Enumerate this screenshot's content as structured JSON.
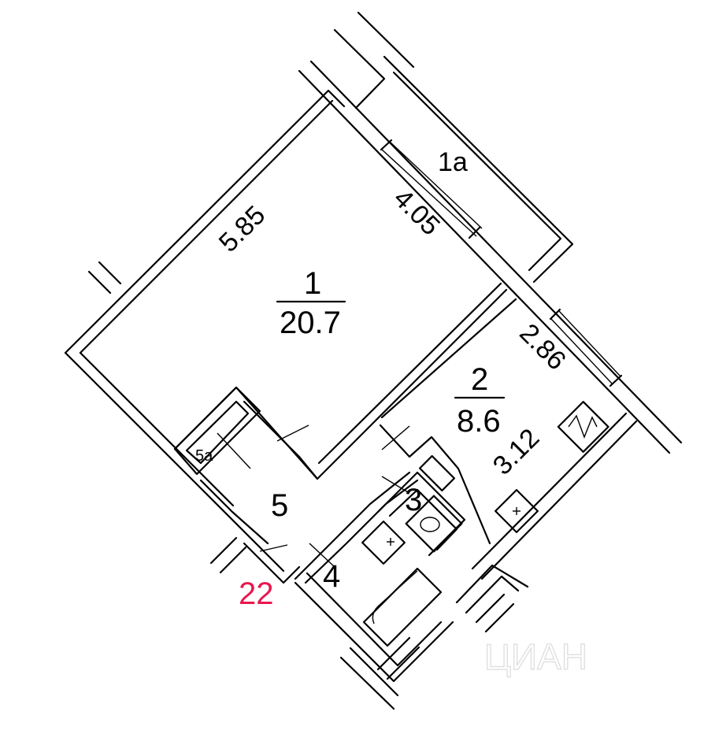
{
  "rooms": {
    "balcony": {
      "number": "1а"
    },
    "living": {
      "number": "1",
      "area": "20.7"
    },
    "kitchen": {
      "number": "2",
      "area": "8.6"
    },
    "toilet": {
      "number": "3"
    },
    "bath": {
      "number": "4"
    },
    "hall": {
      "number": "5"
    },
    "closet": {
      "number": "5а"
    }
  },
  "dimensions": {
    "living_length": "5.85",
    "living_width": "4.05",
    "kitchen_width": "2.86",
    "kitchen_length": "3.12"
  },
  "apartment_number": "22",
  "watermark": "ЦИАН",
  "colors": {
    "apartment_number": "#e8174f",
    "walls": "#000000",
    "watermark": "#dcdcdc"
  }
}
